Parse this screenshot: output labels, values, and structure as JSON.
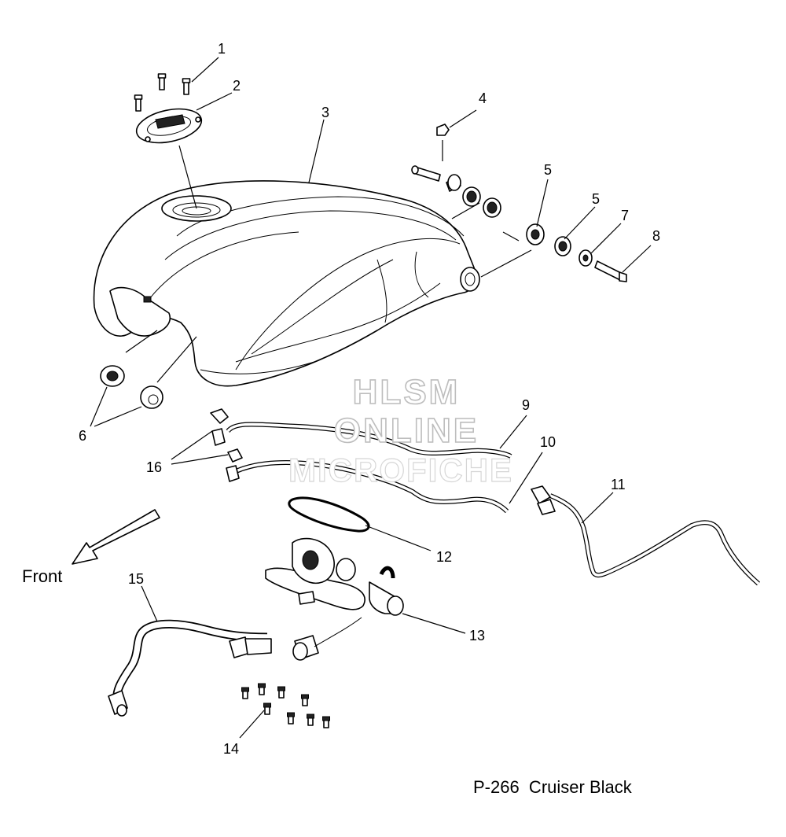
{
  "caption": "P-266  Cruiser Black",
  "front_label": "Front",
  "watermark": [
    "HLSM",
    "ONLINE",
    "MICROFICHE"
  ],
  "callouts": [
    {
      "id": "c1",
      "label": "1"
    },
    {
      "id": "c2",
      "label": "2"
    },
    {
      "id": "c3",
      "label": "3"
    },
    {
      "id": "c4",
      "label": "4"
    },
    {
      "id": "c5a",
      "label": "5"
    },
    {
      "id": "c5b",
      "label": "5"
    },
    {
      "id": "c6",
      "label": "6"
    },
    {
      "id": "c7",
      "label": "7"
    },
    {
      "id": "c8",
      "label": "8"
    },
    {
      "id": "c9",
      "label": "9"
    },
    {
      "id": "c10",
      "label": "10"
    },
    {
      "id": "c11",
      "label": "11"
    },
    {
      "id": "c12",
      "label": "12"
    },
    {
      "id": "c13",
      "label": "13"
    },
    {
      "id": "c14",
      "label": "14"
    },
    {
      "id": "c15",
      "label": "15"
    },
    {
      "id": "c16",
      "label": "16"
    }
  ]
}
